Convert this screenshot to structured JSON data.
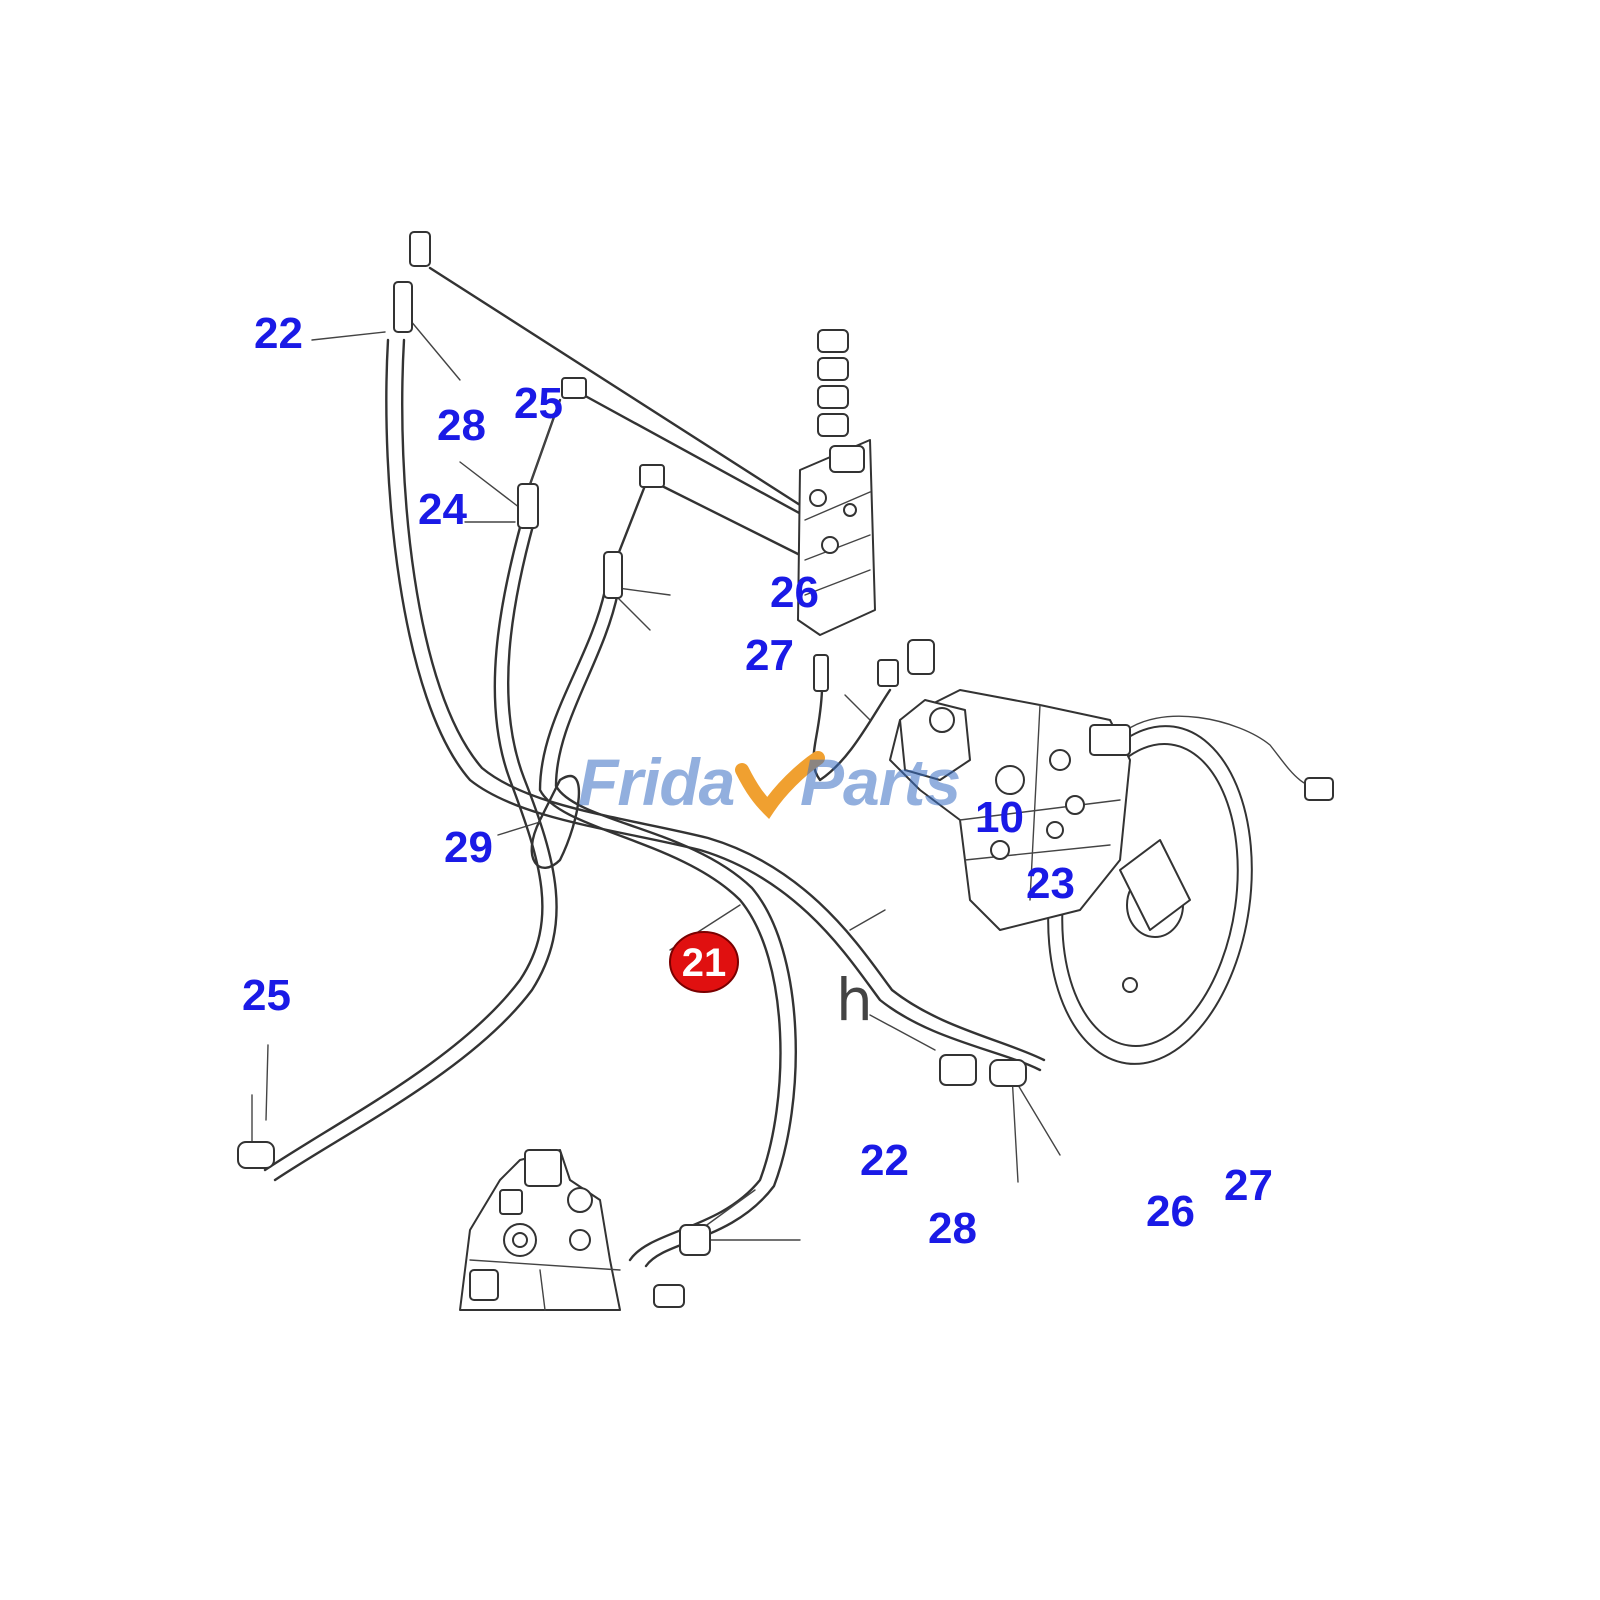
{
  "diagram": {
    "colors": {
      "callout": "#1a1ae6",
      "highlight_fill": "#e01010",
      "highlight_text": "#ffffff",
      "watermark_blue": "#3a6fc4",
      "watermark_orange": "#f0a030",
      "line": "#333333"
    },
    "highlight": {
      "label": "21"
    },
    "callouts": [
      {
        "id": "c22a",
        "label": "22"
      },
      {
        "id": "c28a",
        "label": "28"
      },
      {
        "id": "c25a",
        "label": "25"
      },
      {
        "id": "c24",
        "label": "24"
      },
      {
        "id": "c26a",
        "label": "26"
      },
      {
        "id": "c27a",
        "label": "27"
      },
      {
        "id": "c10",
        "label": "10"
      },
      {
        "id": "c23",
        "label": "23"
      },
      {
        "id": "c29",
        "label": "29"
      },
      {
        "id": "c25b",
        "label": "25"
      },
      {
        "id": "c22b",
        "label": "22"
      },
      {
        "id": "c28b",
        "label": "28"
      },
      {
        "id": "c26b",
        "label": "26"
      },
      {
        "id": "c27b",
        "label": "27"
      }
    ],
    "watermark": {
      "part1": "Frida",
      "part2": "Parts",
      "logo": "y-swoosh-logo"
    },
    "marker": "h"
  }
}
